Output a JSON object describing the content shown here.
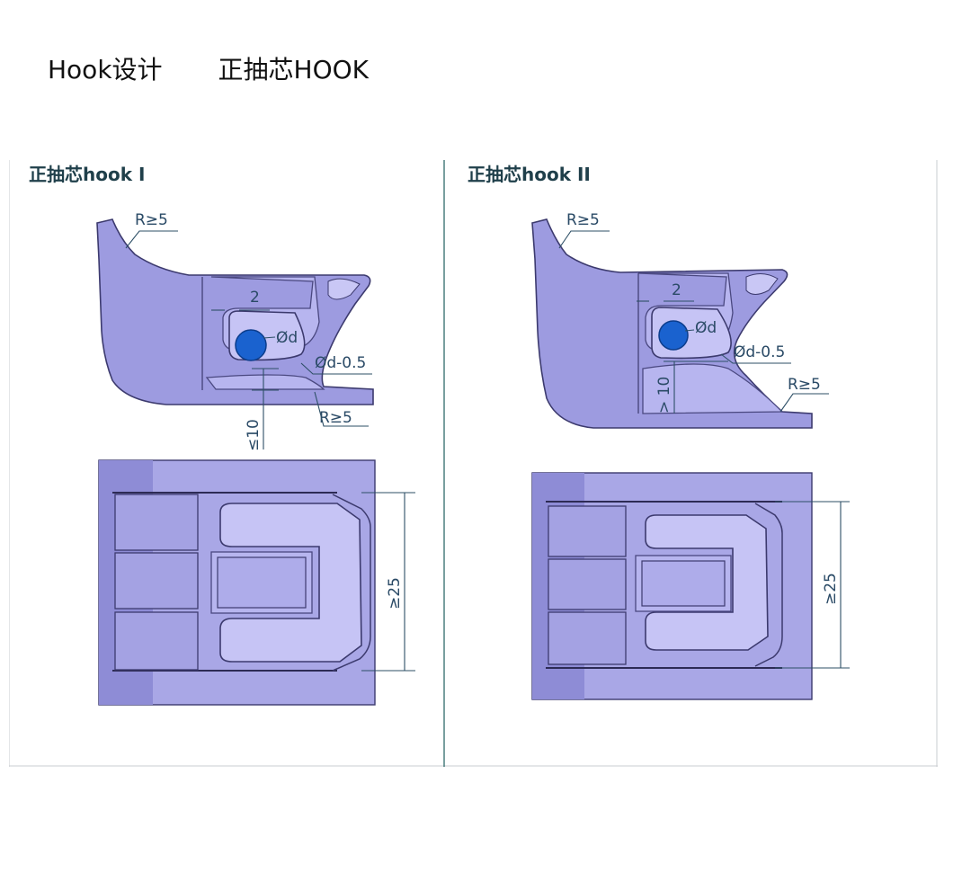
{
  "slide": {
    "title_left": "Hook设计",
    "title_right": "正抽芯HOOK"
  },
  "panels": [
    {
      "title": "正抽芯hook I",
      "dims": {
        "radius_top": "R≥5",
        "gap": "2",
        "pin": "Ød",
        "hole": "Ød-0.5",
        "radius_bottom": "R≥5",
        "depth": "≤10",
        "width": "≥25"
      }
    },
    {
      "title": "正抽芯hook II",
      "dims": {
        "radius_top": "R≥5",
        "gap": "2",
        "pin": "Ød",
        "hole": "Ød-0.5",
        "radius_bottom": "R≥5",
        "depth": "> 10",
        "width": "≥25"
      }
    }
  ],
  "colors": {
    "part": "#9d9be0",
    "pin": "#1a62cf",
    "title": "#1f3f4a",
    "dimension": "#2a4a66"
  }
}
